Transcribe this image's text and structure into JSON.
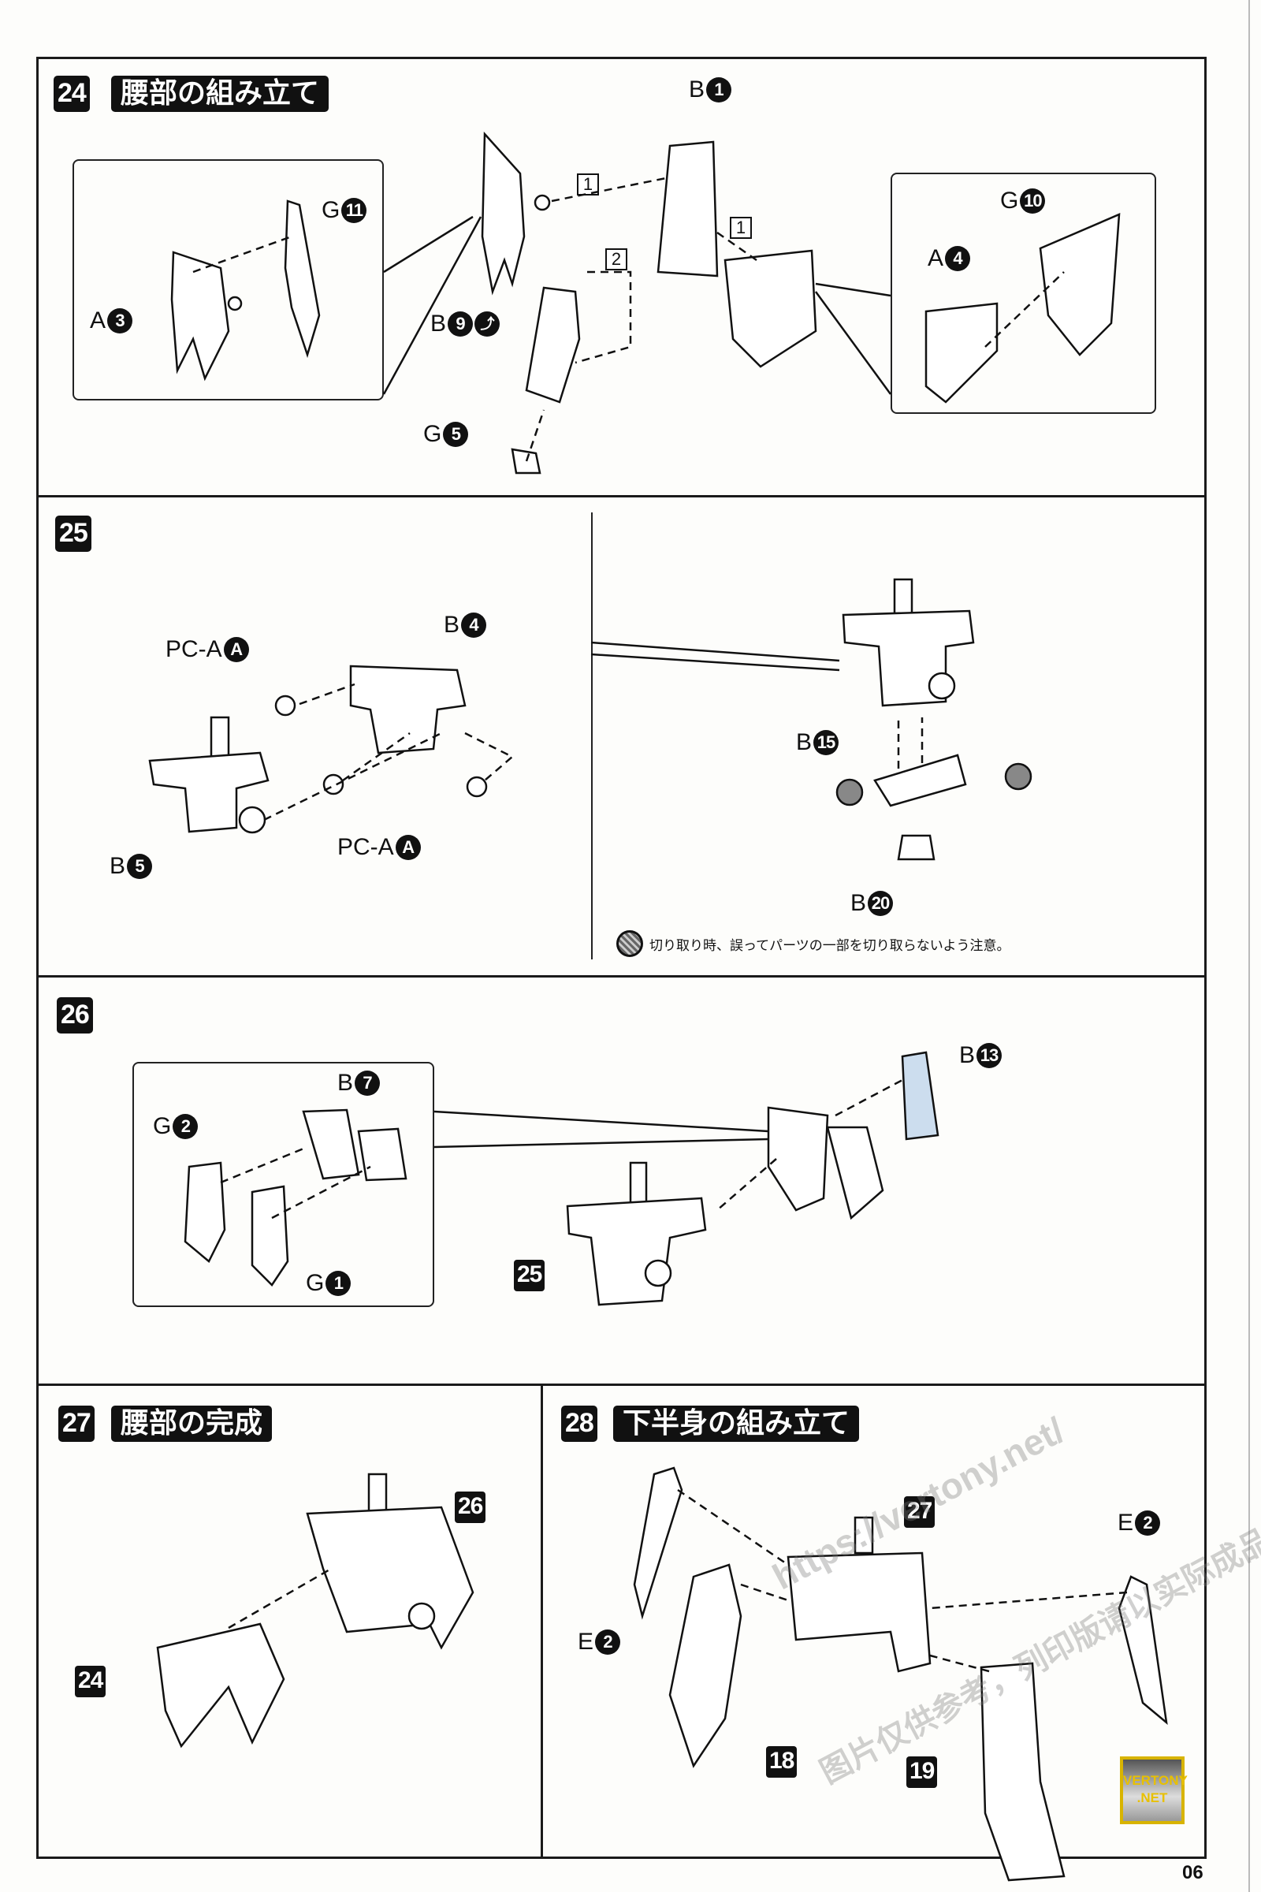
{
  "panels": [
    {
      "step": "24",
      "title": "腰部の組み立て",
      "labels": [
        {
          "l": "G",
          "n": "11"
        },
        {
          "l": "A",
          "n": "3"
        },
        {
          "l": "B",
          "n": "1"
        },
        {
          "l": "B",
          "n": "9"
        },
        {
          "l": "G",
          "n": "5"
        },
        {
          "l": "G",
          "n": "10"
        },
        {
          "l": "A",
          "n": "4"
        }
      ],
      "order": [
        "1",
        "2",
        "1"
      ]
    },
    {
      "step": "25",
      "labels": [
        {
          "l": "PC-A",
          "n": "A"
        },
        {
          "l": "B",
          "n": "4"
        },
        {
          "l": "B",
          "n": "5"
        },
        {
          "l": "PC-A",
          "n": "A"
        },
        {
          "l": "B",
          "n": "15"
        },
        {
          "l": "B",
          "n": "20"
        }
      ],
      "caution": "切り取り時、誤ってパーツの一部を切り取らないよう注意。"
    },
    {
      "step": "26",
      "labels": [
        {
          "l": "G",
          "n": "2"
        },
        {
          "l": "B",
          "n": "7"
        },
        {
          "l": "G",
          "n": "1"
        },
        {
          "l": "B",
          "n": "13"
        }
      ],
      "ref": "25"
    },
    {
      "step": "27",
      "title": "腰部の完成",
      "refs": [
        "26",
        "24"
      ]
    },
    {
      "step": "28",
      "title": "下半身の組み立て",
      "refs": [
        "27",
        "18",
        "19"
      ],
      "labels": [
        {
          "l": "E",
          "n": "2"
        },
        {
          "l": "E",
          "n": "2"
        }
      ]
    }
  ],
  "page_number": "06",
  "watermark": {
    "url": "https://vertony.net/",
    "note": "图片仅供参考，列印版请以实际成品为准",
    "logo": "VERTONY .NET"
  },
  "icons": {
    "cut_caution": "cut-caution-icon",
    "one_way": "one-way-icon"
  }
}
